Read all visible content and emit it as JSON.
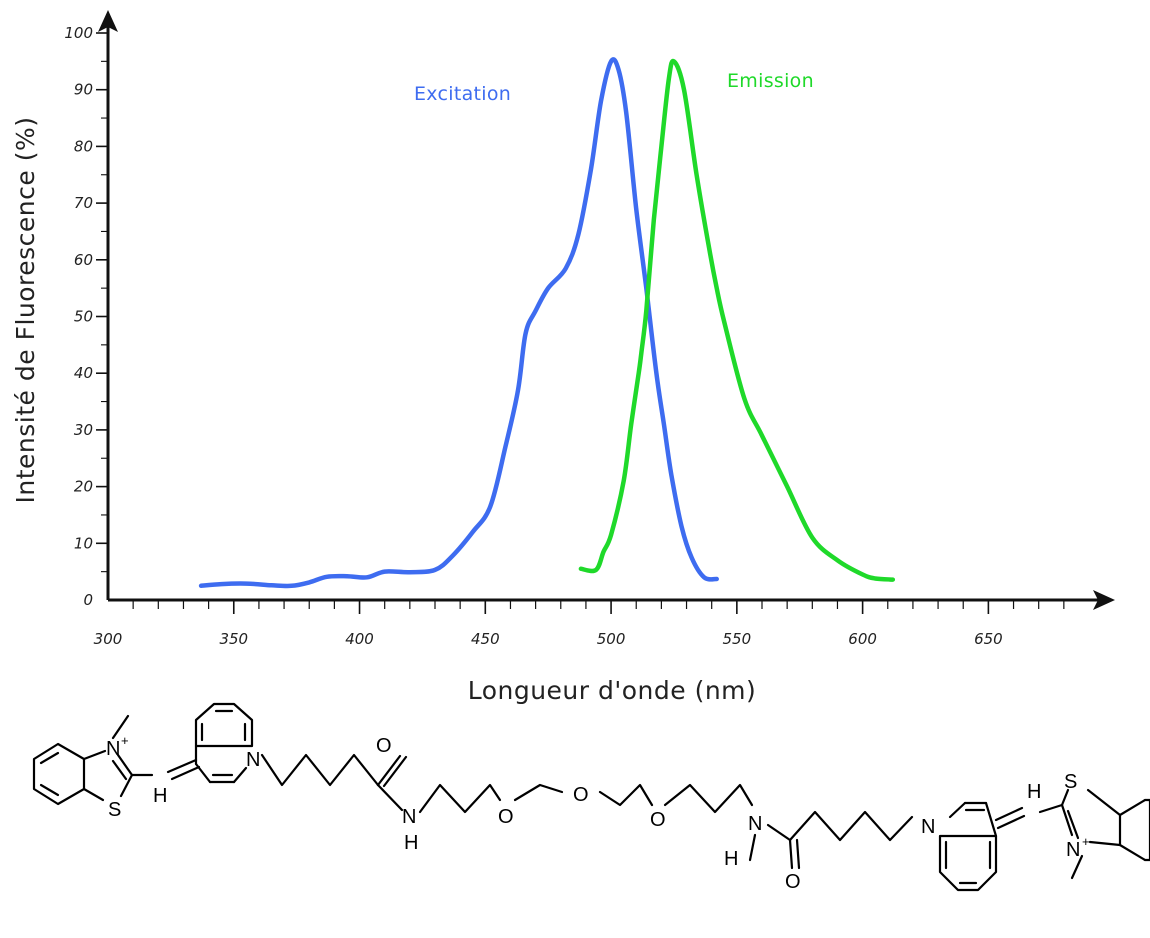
{
  "chart_data": {
    "type": "line",
    "xlabel": "Longueur d'onde (nm)",
    "ylabel": "Intensité de Fluorescence (%)",
    "xlim": [
      300,
      690
    ],
    "ylim": [
      0,
      100
    ],
    "x_ticks": [
      300,
      350,
      400,
      450,
      500,
      550,
      600,
      650
    ],
    "y_ticks": [
      0,
      10,
      20,
      30,
      40,
      50,
      60,
      70,
      80,
      90,
      100
    ],
    "grid": false,
    "colors": {
      "excitation": "#3e6cf0",
      "emission": "#1fd92a",
      "axis": "#111111"
    },
    "series": [
      {
        "name": "Excitation",
        "x": [
          337,
          345,
          355,
          365,
          373,
          380,
          387,
          395,
          403,
          410,
          420,
          430,
          437,
          445,
          452,
          458,
          463,
          466,
          470,
          475,
          482,
          487,
          492,
          496,
          500,
          503,
          506,
          510,
          514,
          518,
          521,
          524,
          528,
          532,
          537,
          542
        ],
        "y": [
          2.5,
          2.8,
          2.9,
          2.6,
          2.5,
          3.1,
          4.1,
          4.2,
          4.0,
          5.0,
          4.9,
          5.3,
          7.8,
          12.0,
          16.5,
          27.0,
          37.0,
          47.0,
          51.0,
          55.0,
          58.5,
          64.5,
          76.0,
          88.0,
          95.0,
          93.5,
          86.0,
          69.0,
          55.0,
          40.0,
          31.0,
          22.0,
          13.0,
          7.5,
          4.0,
          3.7
        ]
      },
      {
        "name": "Emission",
        "x": [
          488,
          494,
          497,
          500,
          505,
          508,
          511,
          512,
          514,
          517,
          520,
          523,
          525,
          529,
          534,
          539,
          542,
          545,
          553,
          560,
          570,
          580,
          590,
          600,
          605,
          612
        ],
        "y": [
          5.5,
          5.3,
          8.5,
          11.5,
          21.0,
          31.0,
          40.0,
          43.5,
          51.0,
          67.0,
          80.0,
          92.0,
          95.0,
          90.0,
          75.0,
          62.0,
          55.0,
          49.0,
          35.5,
          29.0,
          20.0,
          11.0,
          7.0,
          4.5,
          3.8,
          3.6
        ]
      }
    ]
  },
  "structure": {
    "atoms": {
      "n_plus": "N",
      "plus": "+",
      "s": "S",
      "h": "H",
      "n": "N",
      "o": "O"
    }
  }
}
